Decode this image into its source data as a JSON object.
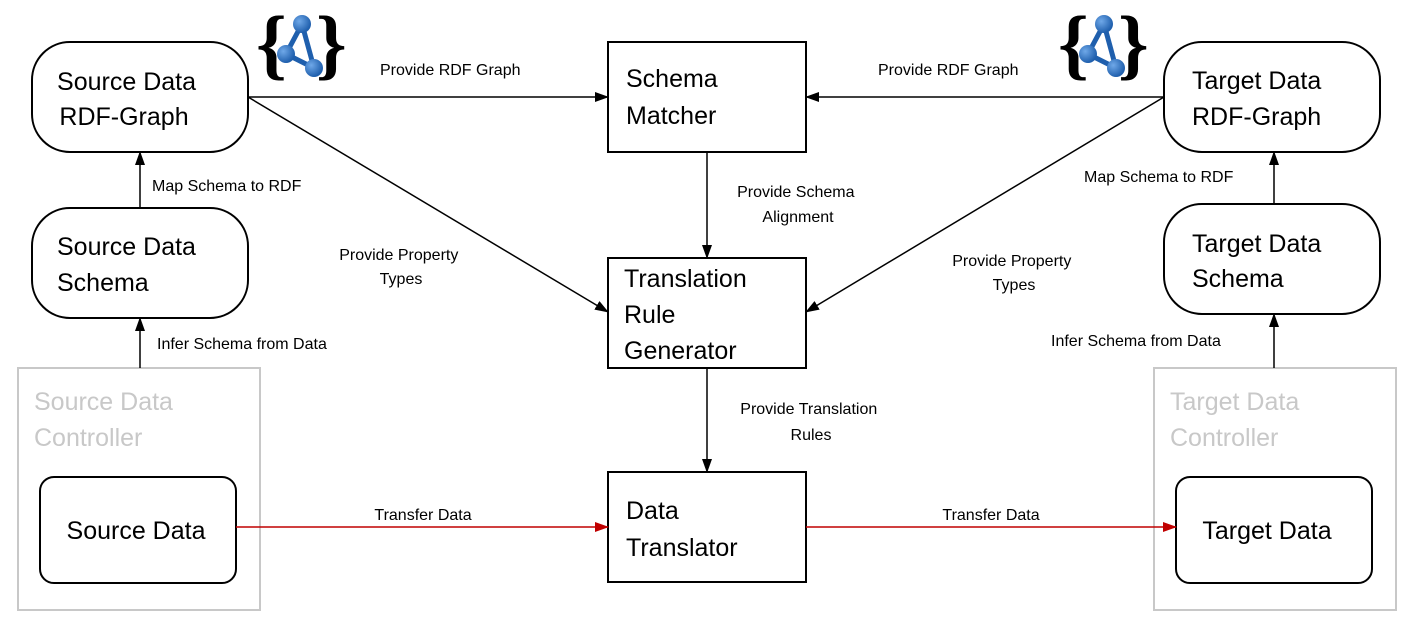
{
  "nodes": {
    "source_rdf": [
      "Source Data",
      "RDF-Graph"
    ],
    "source_schema": [
      "Source Data",
      "Schema"
    ],
    "source_controller": [
      "Source Data",
      "Controller"
    ],
    "source_data": "Source Data",
    "schema_matcher": [
      "Schema",
      "Matcher"
    ],
    "rule_generator": [
      "Translation",
      "Rule",
      "Generator"
    ],
    "data_translator": [
      "Data",
      "Translator"
    ],
    "target_rdf": [
      "Target Data",
      "RDF-Graph"
    ],
    "target_schema": [
      "Target Data",
      "Schema"
    ],
    "target_controller": [
      "Target Data",
      "Controller"
    ],
    "target_data": "Target Data"
  },
  "edges": {
    "source_provide_rdf": "Provide RDF Graph",
    "target_provide_rdf": "Provide RDF Graph",
    "source_map_schema": "Map Schema to RDF",
    "target_map_schema": "Map Schema to RDF",
    "source_infer_schema": "Infer Schema from Data",
    "target_infer_schema": "Infer Schema from Data",
    "source_property_types": [
      "Provide Property",
      "Types"
    ],
    "target_property_types": [
      "Provide Property",
      "Types"
    ],
    "schema_alignment": [
      "Provide Schema",
      "Alignment"
    ],
    "translation_rules": [
      "Provide Translation",
      "Rules"
    ],
    "source_transfer": "Transfer Data",
    "target_transfer": "Transfer Data"
  },
  "icons": {
    "sparql_logo_left": "sparql-logo",
    "sparql_logo_right": "sparql-logo"
  },
  "colors": {
    "data_flow": "#c00000",
    "controller_border": "#c8c8c8",
    "sparql_blue": "#1f5fad"
  }
}
